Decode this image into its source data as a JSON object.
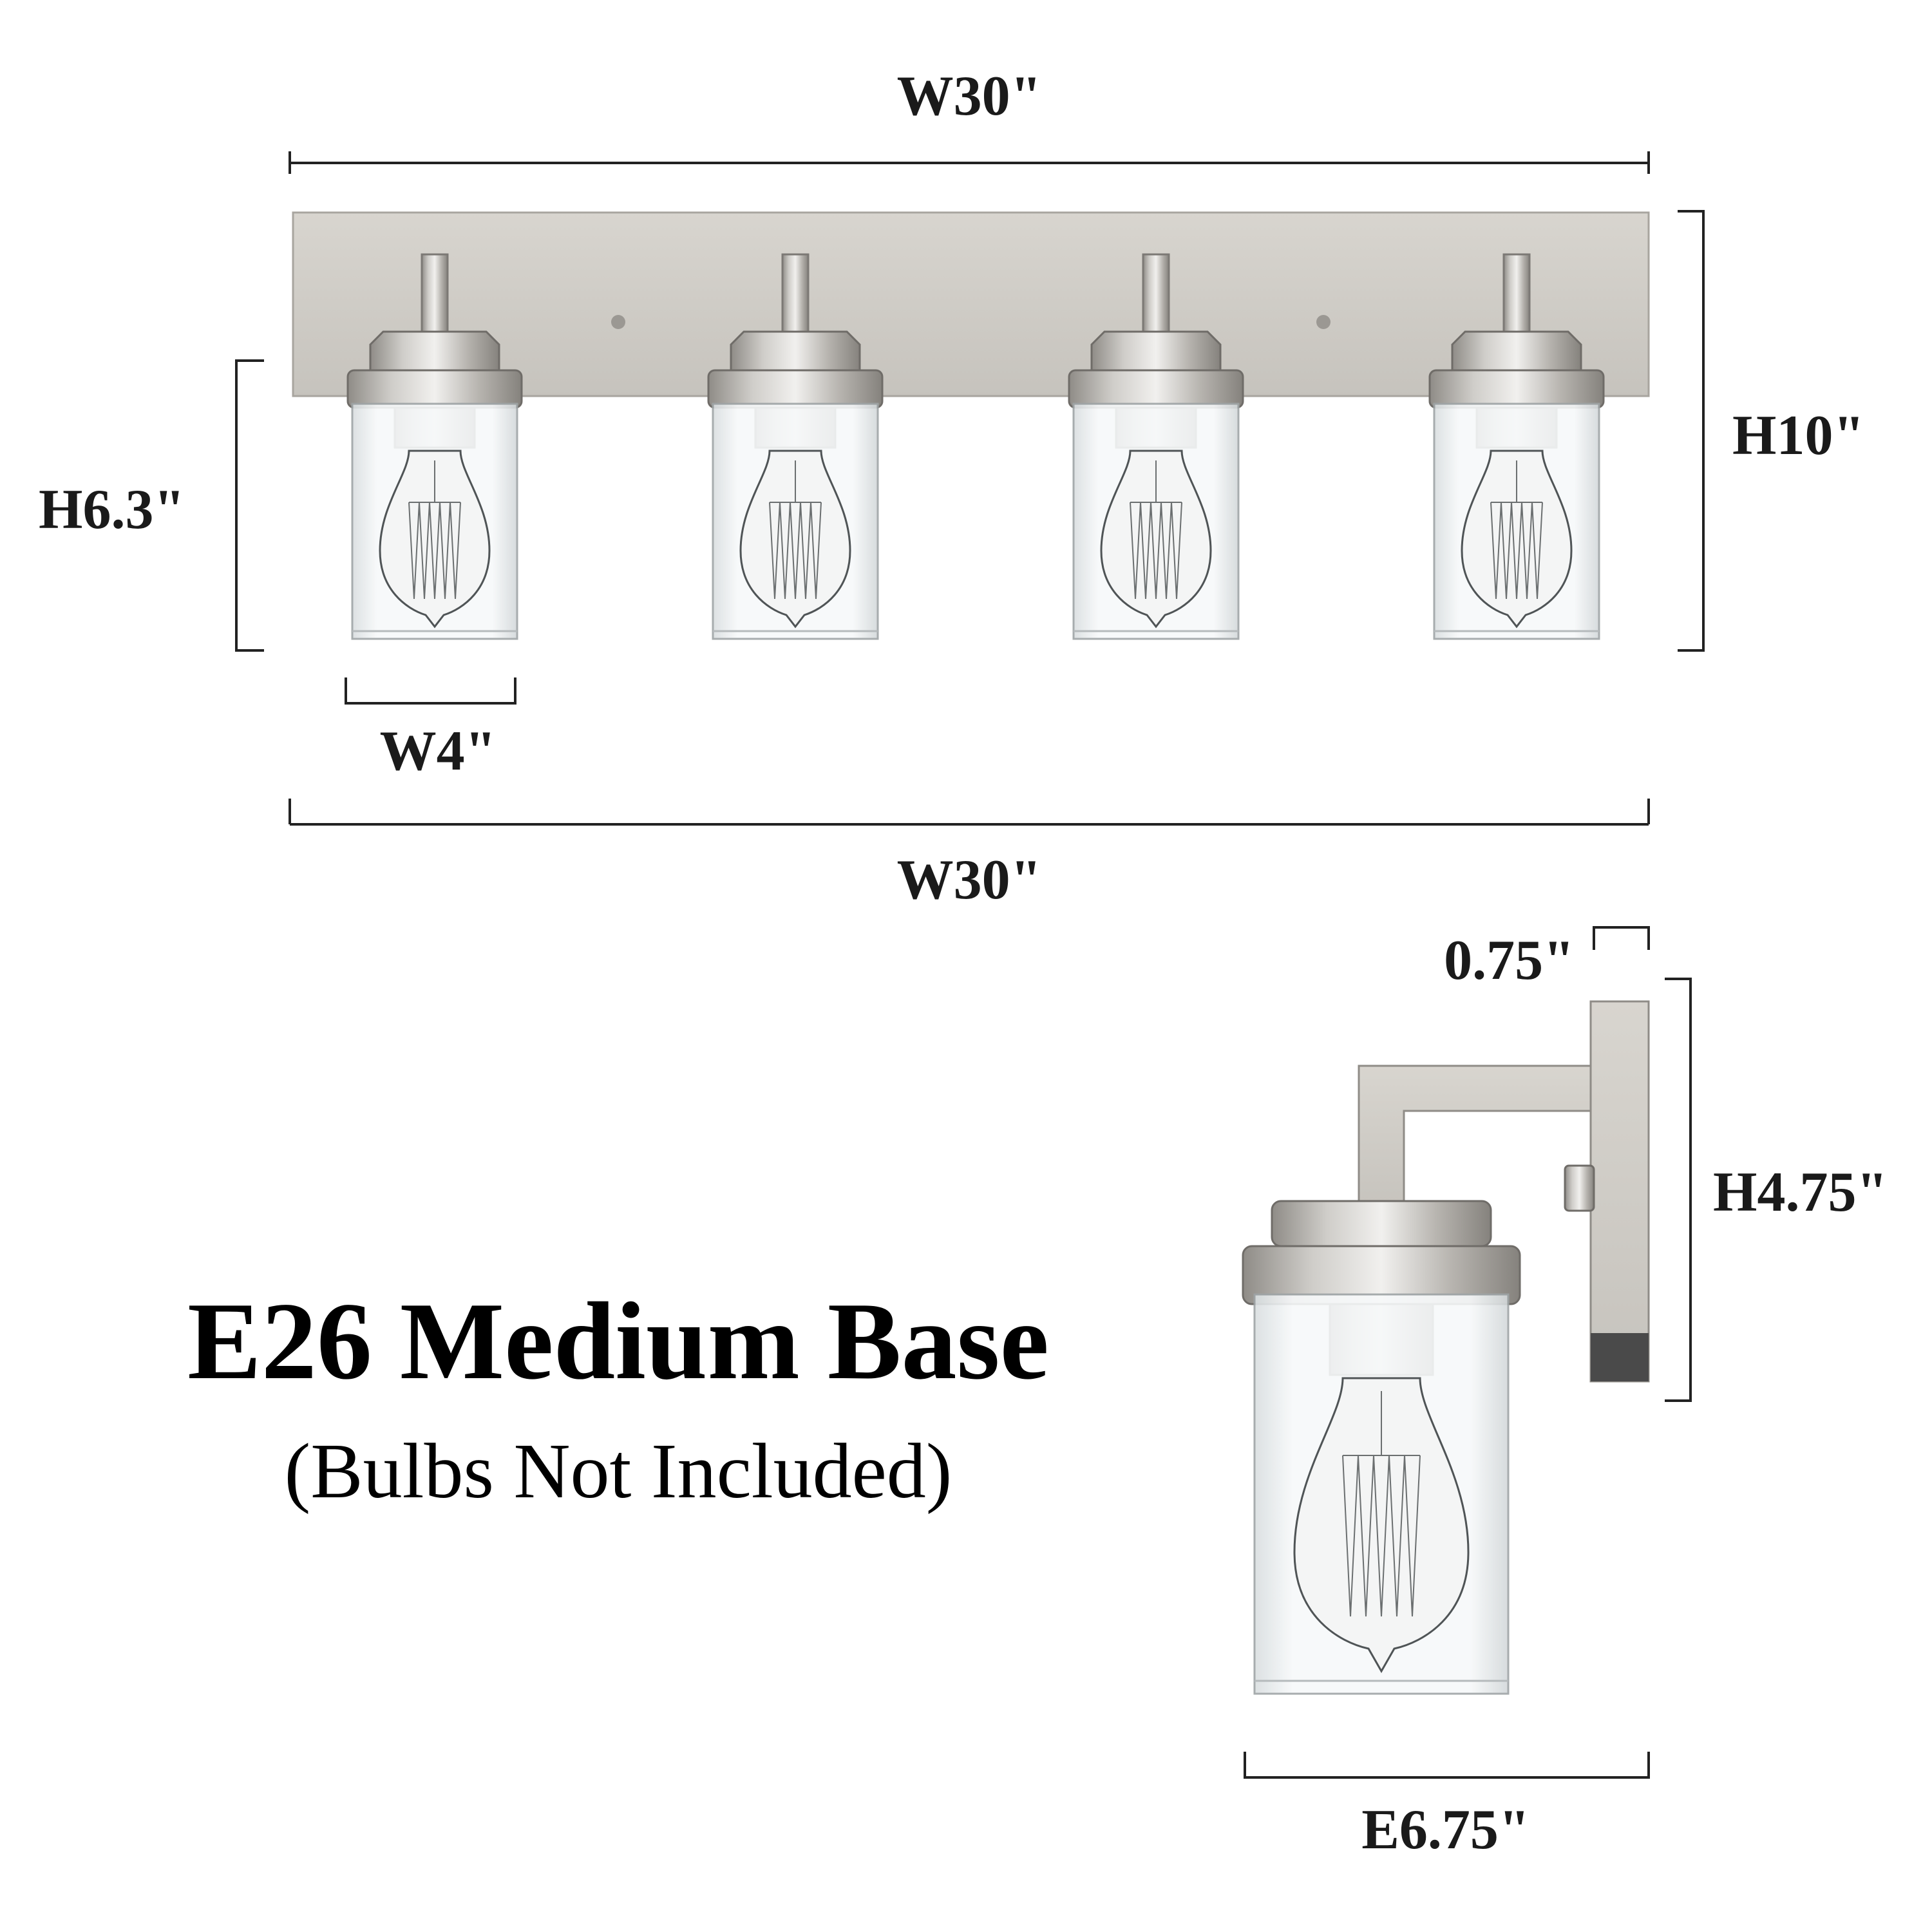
{
  "dimensions": {
    "overall_width_top": "W30\"",
    "overall_width_bottom": "W30\"",
    "overall_height": "H10\"",
    "shade_height": "H6.3\"",
    "shade_width": "W4\"",
    "backplate_depth": "0.75\"",
    "backplate_height": "H4.75\"",
    "extension": "E6.75\""
  },
  "headline": "E26 Medium Base",
  "subline": "(Bulbs Not Included)",
  "colors": {
    "backplate": "#cfccc6",
    "metal": "#a9a6a1",
    "glass": "#eef1f2",
    "dimension": "#222222"
  }
}
